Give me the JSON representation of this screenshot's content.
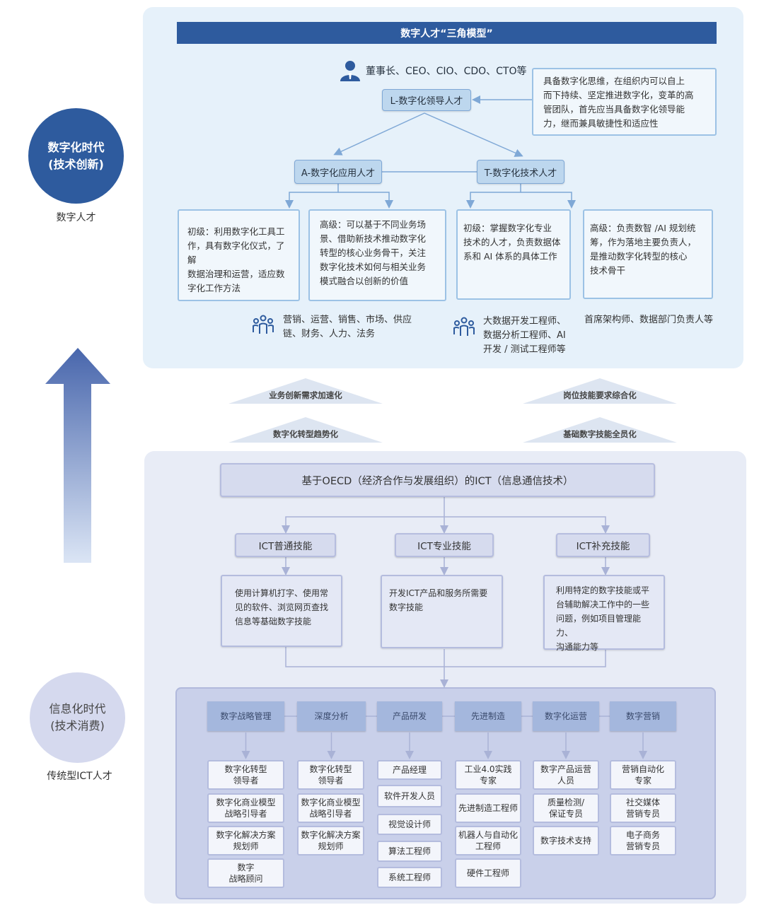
{
  "left": {
    "top_circle": [
      "数字化时代",
      "(技术创新)"
    ],
    "top_caption": "数字人才",
    "bottom_circle": [
      "信息化时代",
      "(技术消费)"
    ],
    "bottom_caption": "传统型ICT人才"
  },
  "top": {
    "title": "数字人才“三角模型”",
    "leaders": "董事长、CEO、CIO、CDO、CTO等",
    "L_node": "L-数字化领导人才",
    "L_desc": [
      "具备数字化思维，在组织内可以自上",
      "而下持续、坚定推进数字化，变革的高",
      "管团队，首先应当具备数字化领导能",
      "力，继而兼具敏捷性和适应性"
    ],
    "A_node": "A-数字化应用人才",
    "T_node": "T-数字化技术人才",
    "A_junior": [
      "初级：利用数字化工具工",
      "作，具有数字化仪式，了解",
      "数据治理和运营，适应数",
      "字化工作方法"
    ],
    "A_senior": [
      "高级：可以基于不同业务场",
      "景、借助新技术推动数字化",
      "转型的核心业务骨干，关注",
      "数字化技术如何与相关业务",
      "模式融合以创新的价值"
    ],
    "T_junior": [
      "初级：掌握数字化专业",
      "技术的人才，负责数据体",
      "系和 AI 体系的具体工作"
    ],
    "T_senior": [
      "高级：负责数智 /AI 规划统",
      "筹，作为落地主要负责人，",
      "是推动数字化转型的核心",
      "技术骨干"
    ],
    "A_roles": [
      "营销、运营、销售、市场、供应",
      "链、财务、人力、法务"
    ],
    "T_roles": [
      "大数据开发工程师、",
      "数据分析工程师、AI",
      "开发 / 测试工程师等"
    ],
    "T_roles2": "首席架构师、数据部门负责人等"
  },
  "middle": {
    "left_upper": "业务创新需求加速化",
    "left_lower": "数字化转型趋势化",
    "right_upper": "岗位技能要求综合化",
    "right_lower": "基础数字技能全员化"
  },
  "bottom": {
    "header": "基于OECD（经济合作与发展组织）的ICT（信息通信技术）",
    "skills": [
      {
        "name": "ICT普通技能",
        "desc": [
          "使用计算机打字、使用常",
          "见的软件、浏览网页查找",
          "信息等基础数字技能"
        ]
      },
      {
        "name": "ICT专业技能",
        "desc": [
          "开发ICT产品和服务所需要",
          "数字技能"
        ]
      },
      {
        "name": "ICT补充技能",
        "desc": [
          "利用特定的数字技能或平",
          "台辅助解决工作中的一些",
          "问题，例如项目管理能力、",
          "沟通能力等"
        ]
      }
    ],
    "categories": [
      {
        "name": [
          "数字战略",
          "管理"
        ],
        "jobs": [
          [
            "数字化转型",
            "领导者"
          ],
          [
            "数字化商业模型",
            "战略引导者"
          ],
          [
            "数字化解决方案",
            "规划师"
          ],
          [
            "数字",
            "战略顾问"
          ]
        ]
      },
      {
        "name": [
          "深度分析"
        ],
        "jobs": [
          [
            "数字化转型",
            "领导者"
          ],
          [
            "数字化商业模型",
            "战略引导者"
          ],
          [
            "数字化解决方案",
            "规划师"
          ]
        ]
      },
      {
        "name": [
          "产品研发"
        ],
        "jobs": [
          [
            "产品经理"
          ],
          [
            "软件开发人员"
          ],
          [
            "视觉设计师"
          ],
          [
            "算法工程师"
          ],
          [
            "系统工程师"
          ]
        ]
      },
      {
        "name": [
          "先进制造"
        ],
        "jobs": [
          [
            "工业4.0实践",
            "专家"
          ],
          [
            "先进制造工程师"
          ],
          [
            "机器人与自动化",
            "工程师"
          ],
          [
            "硬件工程师"
          ]
        ]
      },
      {
        "name": [
          "数字化",
          "运营"
        ],
        "jobs": [
          [
            "数字产品运营",
            "人员"
          ],
          [
            "质量检测/",
            "保证专员"
          ],
          [
            "数字技术支持"
          ]
        ]
      },
      {
        "name": [
          "数字营销"
        ],
        "jobs": [
          [
            "营销自动化",
            "专家"
          ],
          [
            "社交媒体",
            "营销专员"
          ],
          [
            "电子商务",
            "营销专员"
          ]
        ]
      }
    ]
  },
  "colors": {
    "primary": "#2e5b9e",
    "top_panel": "#e6f1fa",
    "bottom_panel": "#e8ecf6",
    "category": "#a4b7dd"
  },
  "icons": [
    "person-icon",
    "group-icon",
    "up-arrow-icon"
  ]
}
